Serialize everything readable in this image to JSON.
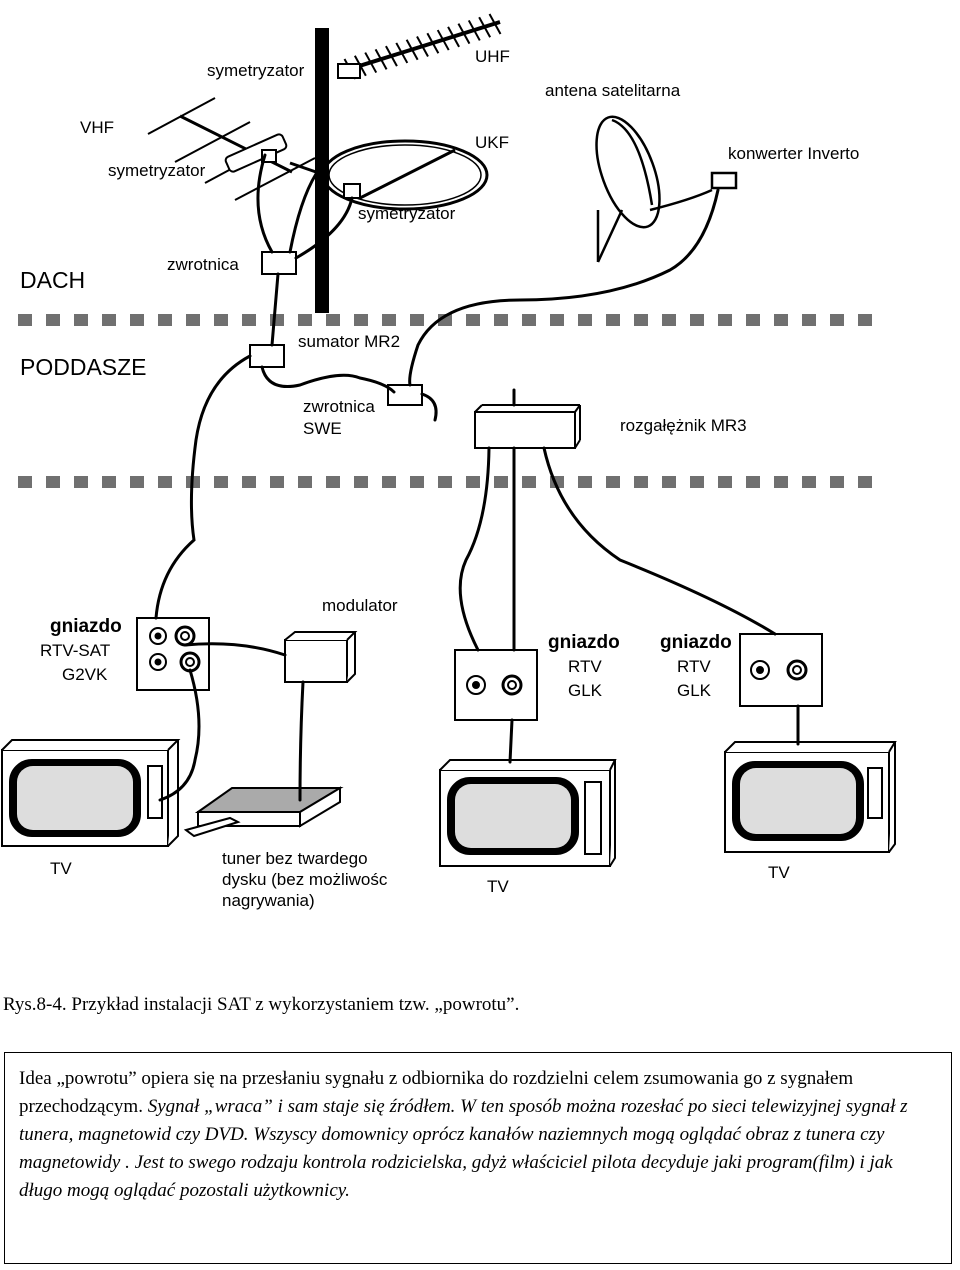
{
  "labels": {
    "symetryzator_top": "symetryzator",
    "uhf": "UHF",
    "vhf": "VHF",
    "symetryzator_vhf": "symetryzator",
    "ukf": "UKF",
    "antena": "antena satelitarna",
    "konwerter": "konwerter Inverto",
    "symetryzator_ukf": "symetryzator",
    "zwrotnica": "zwrotnica",
    "dach": "DACH",
    "poddasze": "PODDASZE",
    "sumator": "sumator MR2",
    "zwrotnica_swe_1": "zwrotnica",
    "zwrotnica_swe_2": "SWE",
    "rozgaleznik": "rozgałężnik MR3",
    "modulator": "modulator",
    "gniazdo_sat_1": "gniazdo",
    "gniazdo_sat_2": "RTV-SAT",
    "gniazdo_sat_3": "G2VK",
    "gniazdo_glk_a_1": "gniazdo",
    "gniazdo_glk_a_2": "RTV",
    "gniazdo_glk_a_3": "GLK",
    "gniazdo_glk_b_1": "gniazdo",
    "gniazdo_glk_b_2": "RTV",
    "gniazdo_glk_b_3": "GLK",
    "tv_left": "TV",
    "tv_mid": "TV",
    "tv_right": "TV",
    "tuner_1": "tuner bez twardego",
    "tuner_2": "dysku (bez możliwośc",
    "tuner_3": "nagrywania)"
  },
  "caption": "Rys.8-4. Przykład instalacji SAT z wykorzystaniem tzw. „powrotu”.",
  "description": {
    "normal": "Idea „powrotu” opiera się na przesłaniu sygnału z odbiornika do rozdzielni celem zsumowania go z sygnałem przechodzącym.",
    "italic": " Sygnał „wraca” i sam staje się źródłem. W ten sposób można rozesłać po sieci telewizyjnej sygnał z tunera, magnetowid czy DVD. Wszyscy domownicy oprócz kanałów naziemnych mogą oglądać obraz z tunera czy magnetowidy . Jest to swego rodzaju kontrola rodzicielska, gdyż właściciel pilota decyduje jaki program(film) i jak długo mogą oglądać pozostali użytkownicy."
  }
}
